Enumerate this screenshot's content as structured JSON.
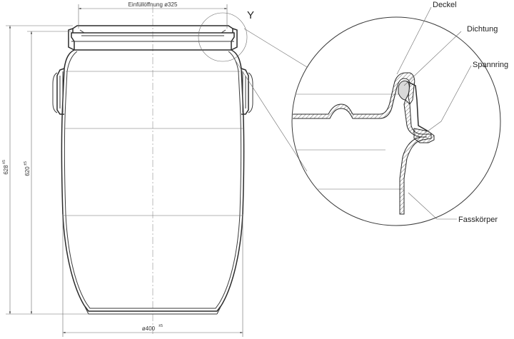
{
  "dimensions": {
    "opening": "Einfüllöffnung ø325",
    "height_total": "628",
    "height_total_tol": "±5",
    "height_body": "620",
    "height_body_tol": "±5",
    "diameter": "ø400",
    "diameter_tol": "±5"
  },
  "detail": {
    "label": "Y",
    "callouts": {
      "lid": "Deckel",
      "gasket": "Dichtung",
      "clamp_ring": "Spannring",
      "drum_body": "Fasskörper"
    }
  }
}
